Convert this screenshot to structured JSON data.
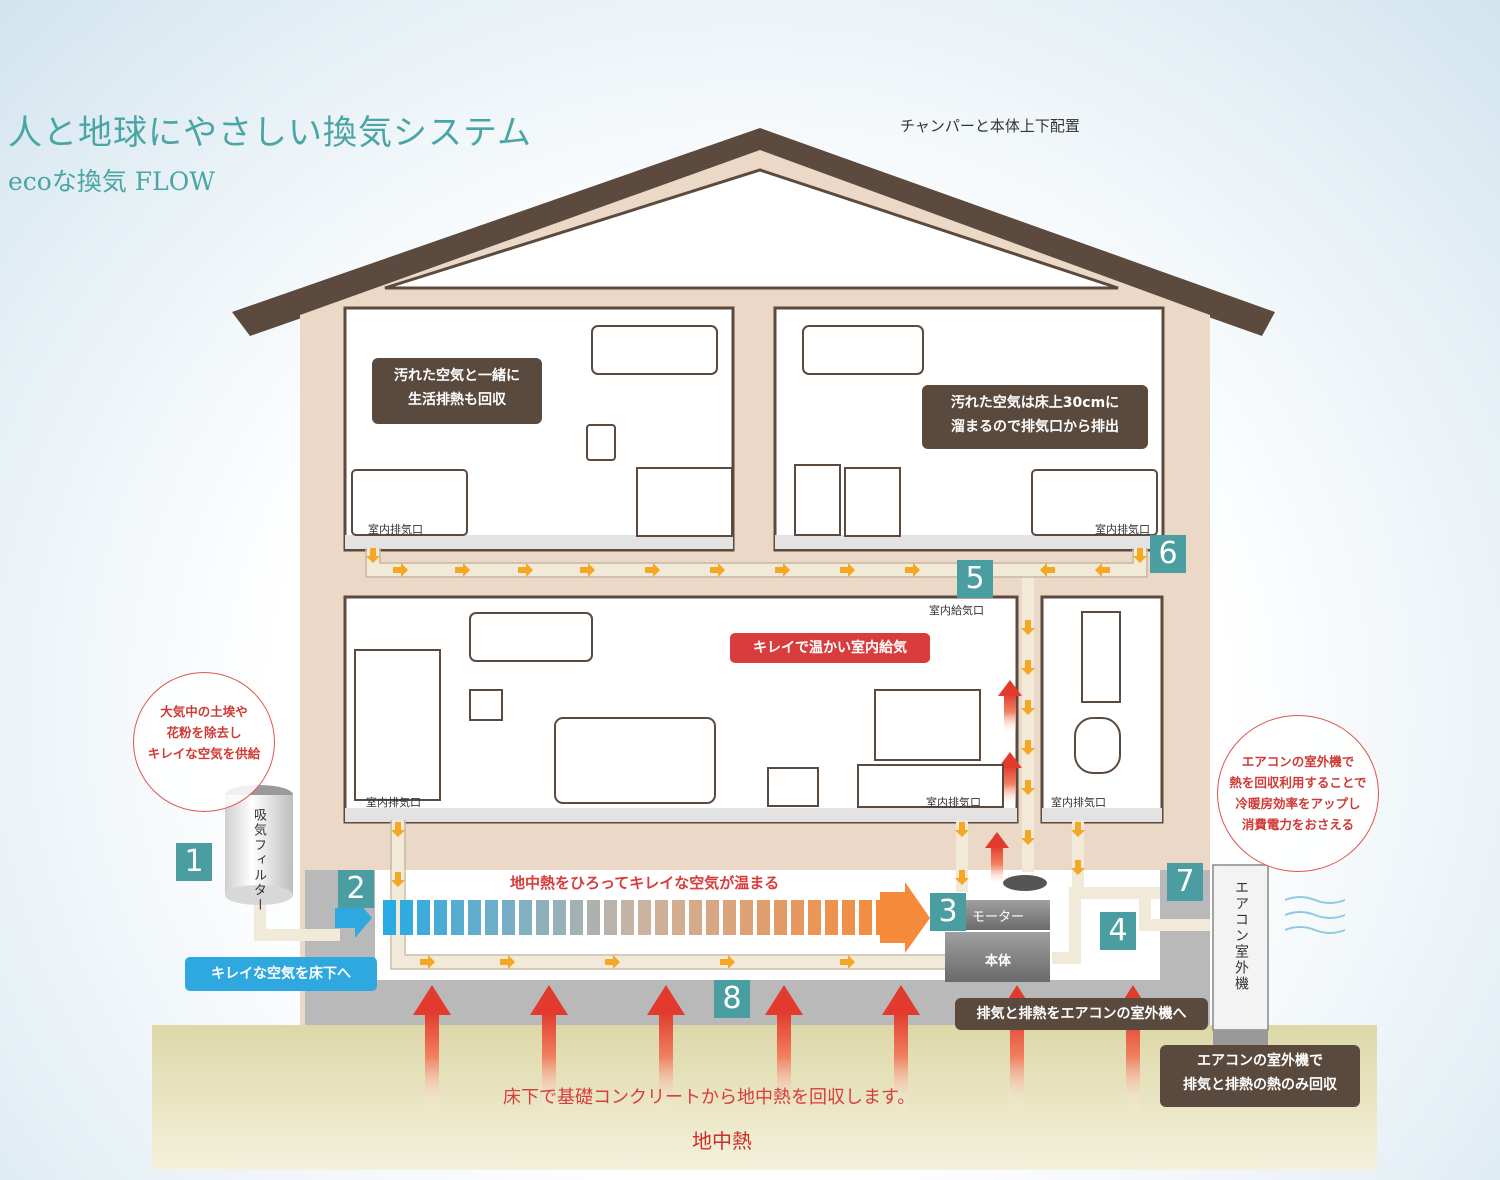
{
  "title": "人と地球にやさしい換気システム",
  "subtitle": "ecoな換気 FLOW",
  "top_note": "チャンパーと本体上下配置",
  "bubbles": {
    "upper_left": [
      "汚れた空気と一緒に",
      "生活排熱も回収"
    ],
    "upper_right": [
      "汚れた空気は床上30cmに",
      "溜まるので排気口から排出"
    ]
  },
  "labels": {
    "indoor_exhaust": "室内排気口",
    "indoor_supply": "室内給気口",
    "clean_warm_supply": "キレイで温かい室内給気",
    "ground_heat_flow": "地中熱をひろってキレイな空気が温まる",
    "clean_air_to_underfloor": "キレイな空気を床下へ",
    "intake_filter": "吸気フィルター",
    "motor": "モーター",
    "main_unit": "本体",
    "exhaust_to_outdoor_unit": "排気と排熱をエアコンの室外機へ",
    "outdoor_unit": "エアコン室外機",
    "outdoor_unit_note": [
      "エアコンの室外機で",
      "排気と排熱の熱のみ回収"
    ],
    "foundation_heat": "床下で基礎コンクリートから地中熱を回収します。",
    "ground_heat": "地中熱"
  },
  "circle_left": [
    "大気中の土埃や",
    "花粉を除去し",
    "キレイな空気を供給"
  ],
  "circle_right": [
    "エアコンの室外機で",
    "熱を回収利用することで",
    "冷暖房効率をアップし",
    "消費電力をおさえる"
  ],
  "steps": [
    "1",
    "2",
    "3",
    "4",
    "5",
    "6",
    "7",
    "8"
  ],
  "colors": {
    "teal": "#4aa5a6",
    "wall": "#ebd8c6",
    "roof": "#5c4a3e",
    "ground": "#e9e4bc",
    "duct": "#f5a623",
    "red": "#d83c3c",
    "blue": "#2fa8e0"
  }
}
